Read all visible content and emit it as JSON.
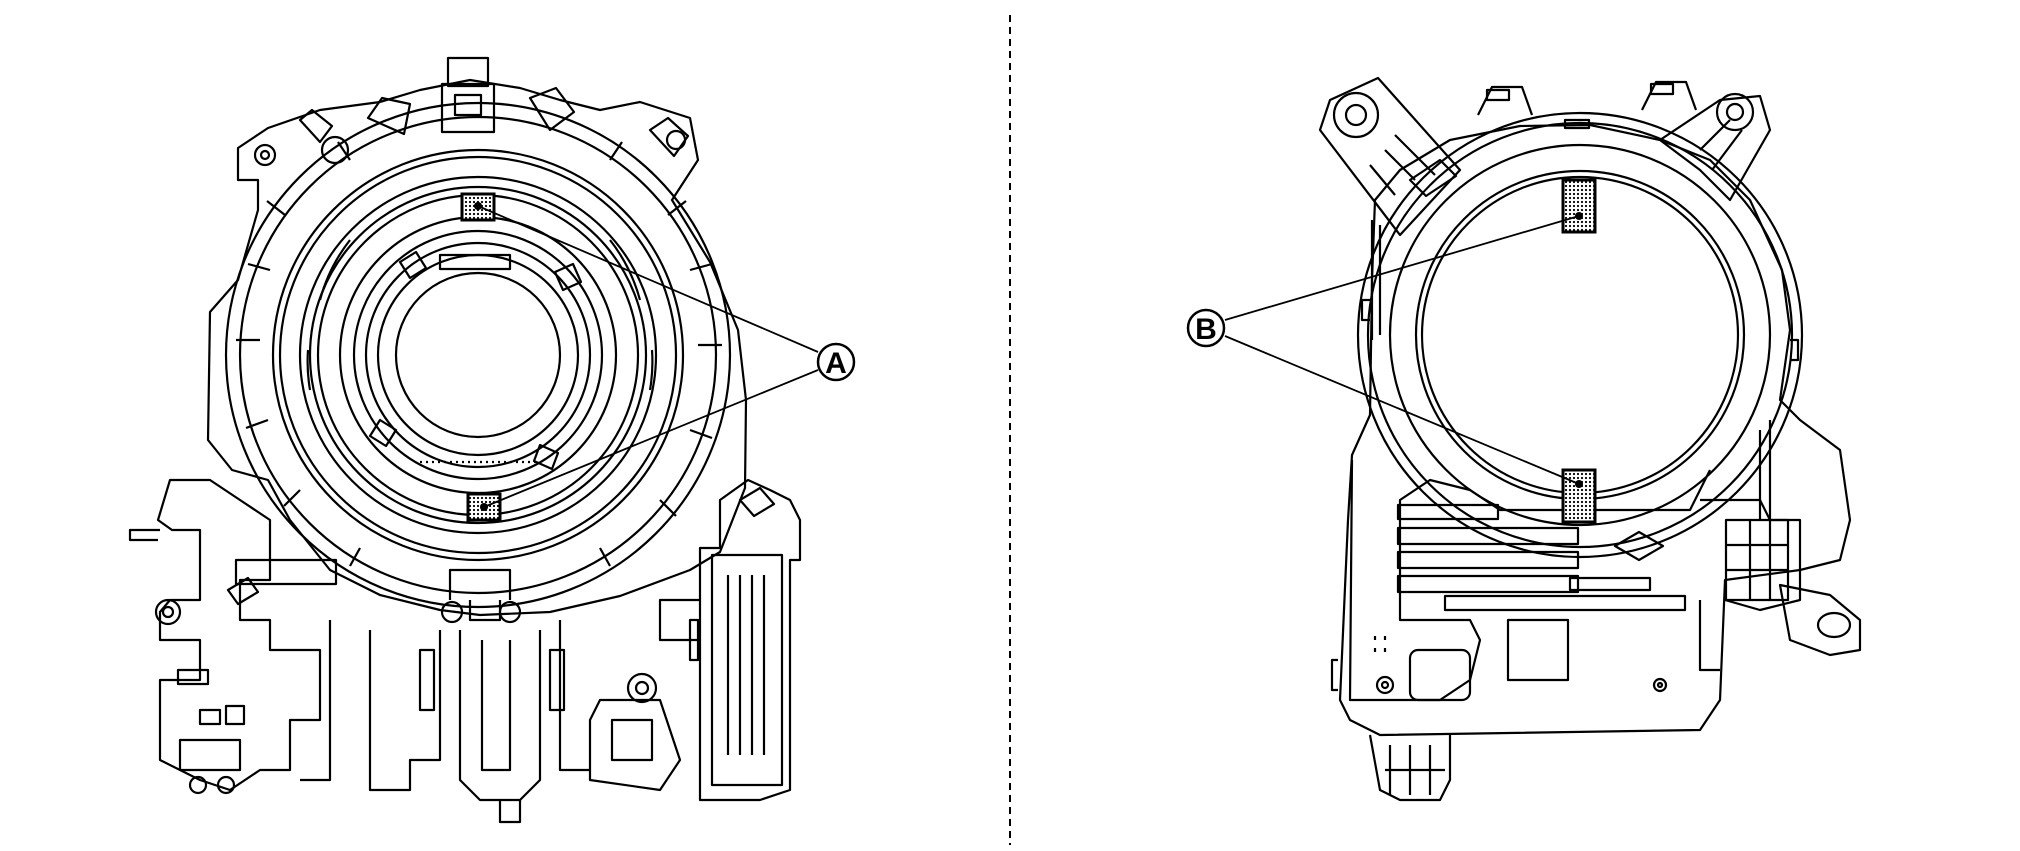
{
  "callouts": {
    "a": {
      "label": "A"
    },
    "b": {
      "label": "B"
    }
  },
  "colors": {
    "line": "#000000",
    "background": "#ffffff",
    "marker_fill": "#9a9a9a"
  },
  "icons": {
    "divider": "dashed-vertical-line",
    "left_part": "spiral-cable-front-view",
    "right_part": "spiral-cable-rear-view"
  }
}
